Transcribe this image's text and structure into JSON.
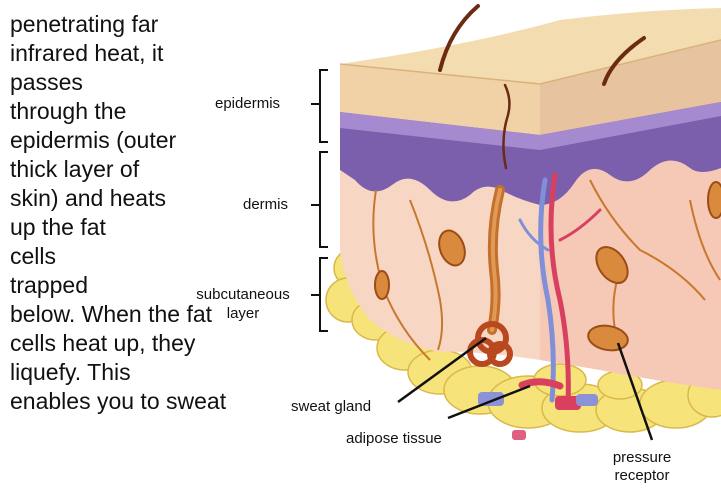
{
  "paragraph": {
    "lines": [
      "penetrating far",
      "infrared heat, it",
      "passes",
      "through the",
      "epidermis (outer",
      "thick layer of",
      "skin) and heats",
      "up the fat",
      "cells",
      "trapped",
      "below. When the fat",
      "cells heat up, they",
      "liquefy. This",
      "enables you to sweat"
    ]
  },
  "labels": {
    "epidermis": "epidermis",
    "dermis": "dermis",
    "subcutaneous_1": "subcutaneous",
    "subcutaneous_2": "layer",
    "sweat_gland": "sweat gland",
    "adipose_tissue": "adipose tissue",
    "pressure_receptor_1": "pressure",
    "pressure_receptor_2": "receptor"
  },
  "colors": {
    "epidermis_top": "#f4dcb0",
    "epidermis_band": "#e6b98c",
    "dermis_purple": "#7d5fae",
    "dermis_body": "#f5cfb8",
    "fat_yellow": "#f6e37a",
    "hair": "#6b2a12",
    "nerve": "#c9772e",
    "vessel_red": "#d94060",
    "vessel_blue": "#7f8fd8"
  }
}
